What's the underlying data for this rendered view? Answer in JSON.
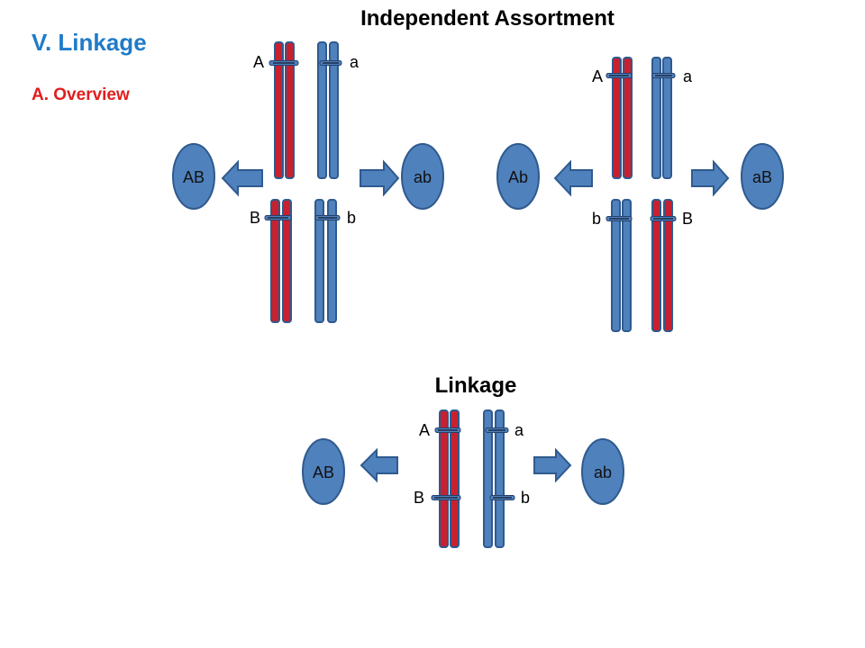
{
  "slide": {
    "heading": "V. Linkage",
    "subheading": "A. Overview"
  },
  "independent_assortment": {
    "title": "Independent Assortment",
    "arrangement_1": {
      "top_pair_alleles": [
        "A",
        "a"
      ],
      "bottom_pair_alleles": [
        "B",
        "b"
      ],
      "gametes": [
        "AB",
        "ab"
      ]
    },
    "arrangement_2": {
      "top_pair_alleles": [
        "A",
        "a"
      ],
      "bottom_pair_alleles": [
        "b",
        "B"
      ],
      "gametes": [
        "Ab",
        "aB"
      ]
    }
  },
  "linkage": {
    "title": "Linkage",
    "upper_alleles": [
      "A",
      "a"
    ],
    "lower_alleles": [
      "B",
      "b"
    ],
    "gametes": [
      "AB",
      "ab"
    ]
  },
  "colors": {
    "heading": "#1F7BC8",
    "subheading": "#E21D1D",
    "red_chromatid": "#C8202F",
    "blue_chromatid": "#4F81BD",
    "outline": "#2F5A8E",
    "gamete_fill": "#4F81BD",
    "arrow_fill": "#4F81BD"
  }
}
